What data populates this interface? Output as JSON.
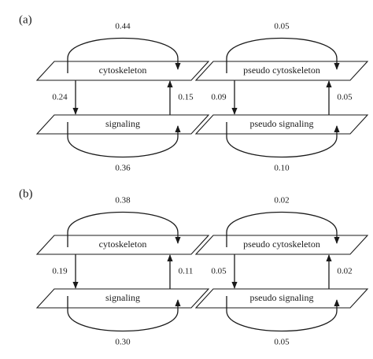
{
  "panels": [
    {
      "tag": "(a)",
      "diagrams": [
        {
          "upper_label": "cytoskeleton",
          "lower_label": "signaling",
          "top_loop": "0.44",
          "down": "0.24",
          "up": "0.15",
          "bottom_loop": "0.36"
        },
        {
          "upper_label": "pseudo cytoskeleton",
          "lower_label": "pseudo signaling",
          "top_loop": "0.05",
          "down": "0.09",
          "up": "0.05",
          "bottom_loop": "0.10"
        }
      ]
    },
    {
      "tag": "(b)",
      "diagrams": [
        {
          "upper_label": "cytoskeleton",
          "lower_label": "signaling",
          "top_loop": "0.38",
          "down": "0.19",
          "up": "0.11",
          "bottom_loop": "0.30"
        },
        {
          "upper_label": "pseudo cytoskeleton",
          "lower_label": "pseudo signaling",
          "top_loop": "0.02",
          "down": "0.05",
          "up": "0.02",
          "bottom_loop": "0.05"
        }
      ]
    }
  ]
}
